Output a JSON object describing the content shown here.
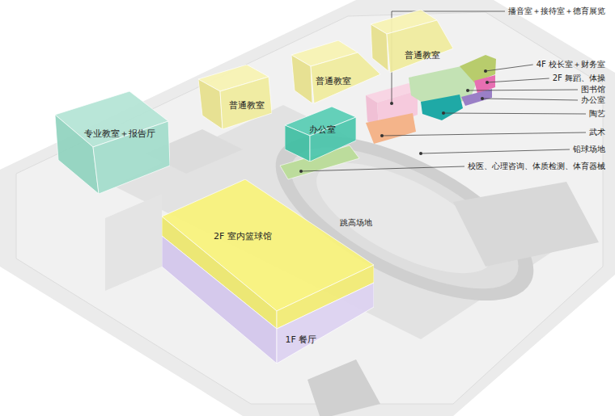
{
  "diagram": {
    "nodes": [
      {
        "text": [
          "普通教室"
        ]
      },
      {
        "text": [
          "普通教室"
        ]
      },
      {
        "text": [
          "专业教室＋报告厅"
        ]
      },
      {
        "text": [
          "普通教室"
        ]
      },
      {
        "text": [
          "办公室"
        ]
      },
      {
        "text": [
          "2F 室内篮球馆"
        ]
      },
      {
        "text": [
          "1F 餐厅"
        ]
      }
    ],
    "labels": [
      "播音室＋接待室＋德育展览",
      "4F 校长室＋财务室",
      "2F 舞蹈、体操",
      "图书馆",
      "办公室",
      "陶艺",
      "武术",
      "铅球场地",
      "校医、心理咨询、体质检测、体育器械",
      "跳高场地"
    ]
  }
}
